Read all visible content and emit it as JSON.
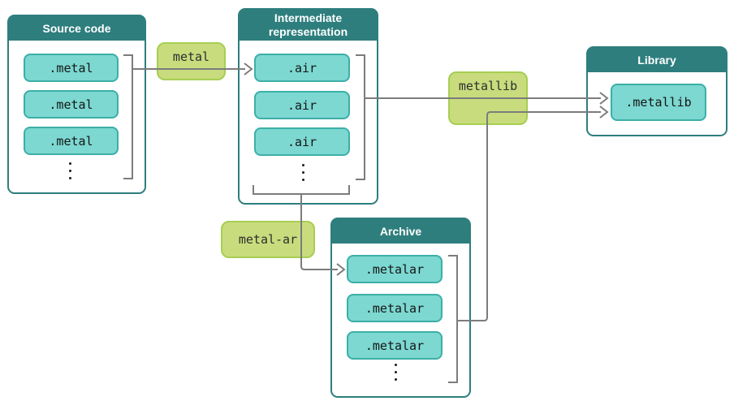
{
  "colors": {
    "teal_header": "#2E7E7E",
    "item_fill": "#7CD8D1",
    "item_border": "#3CAFA7",
    "tool_fill": "#C9DC7D",
    "tool_border": "#A6CE52",
    "connector_line": "#7C7C7C",
    "background": "#ffffff"
  },
  "boxes": {
    "source": {
      "title": "Source code",
      "items": [
        ".metal",
        ".metal",
        ".metal"
      ]
    },
    "ir": {
      "title": "Intermediate representation",
      "items": [
        ".air",
        ".air",
        ".air"
      ]
    },
    "archive": {
      "title": "Archive",
      "items": [
        ".metalar",
        ".metalar",
        ".metalar"
      ]
    },
    "library": {
      "title": "Library",
      "items": [
        ".metallib"
      ]
    }
  },
  "tools": {
    "metal": {
      "label": "metal"
    },
    "metallib": {
      "label": "metallib"
    },
    "metal_ar": {
      "label": "metal-ar"
    }
  }
}
